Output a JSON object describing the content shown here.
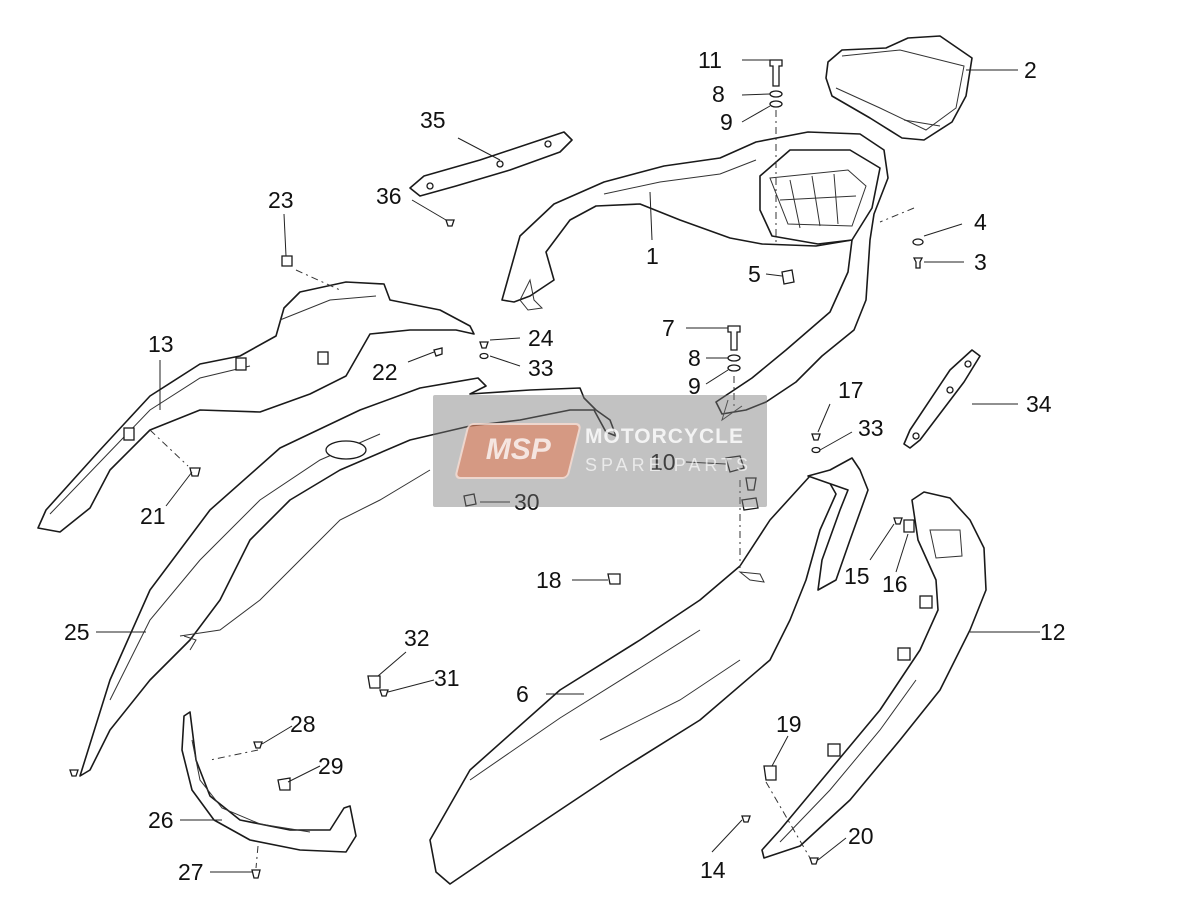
{
  "diagram": {
    "part_labels": {
      "p1": "1",
      "p2": "2",
      "p3": "3",
      "p4": "4",
      "p5": "5",
      "p6": "6",
      "p7": "7",
      "p8a": "8",
      "p8b": "8",
      "p9a": "9",
      "p9b": "9",
      "p10": "10",
      "p11": "11",
      "p12": "12",
      "p13": "13",
      "p14": "14",
      "p15": "15",
      "p16": "16",
      "p17": "17",
      "p18": "18",
      "p19": "19",
      "p20": "20",
      "p21": "21",
      "p22": "22",
      "p23": "23",
      "p24": "24",
      "p25": "25",
      "p26": "26",
      "p27": "27",
      "p28": "28",
      "p29": "29",
      "p30": "30",
      "p31": "31",
      "p32": "32",
      "p33a": "33",
      "p33b": "33",
      "p34": "34",
      "p35": "35",
      "p36": "36"
    }
  },
  "watermark": {
    "badge": "MSP",
    "line1": "MOTORCYCLE",
    "line2": "SPARE PARTS"
  }
}
